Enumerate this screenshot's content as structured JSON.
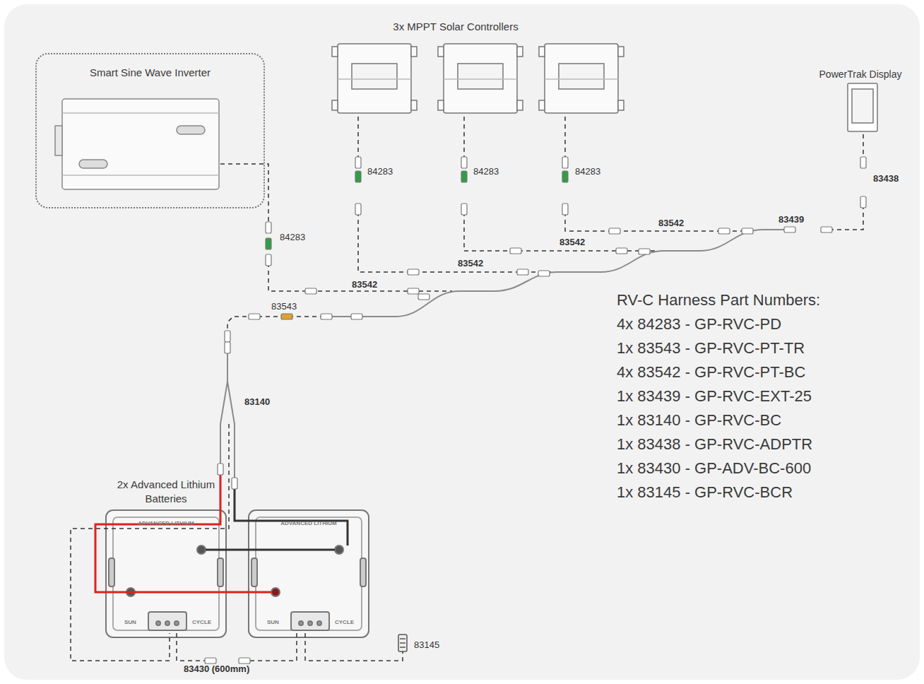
{
  "diagram": {
    "nodes": [
      {
        "text": [
          "Smart Sine Wave Inverter"
        ]
      },
      {
        "text": [
          "3x MPPT Solar Controllers"
        ]
      },
      {
        "text": [
          "PowerTrak Display"
        ]
      },
      {
        "text": [
          "2x Advanced Lithium Batteries"
        ]
      }
    ],
    "labels": [
      "84283",
      "84283",
      "84283",
      "83438",
      "84283",
      "83542",
      "83439",
      "83542",
      "83542",
      "83542",
      "83543",
      "83140",
      "ADVANCED LITHIUM",
      "ADVANCED LITHIUM",
      "SUN",
      "CYCLE",
      "SUN",
      "CYCLE",
      "83430 (600mm)",
      "83145",
      "RV-C Harness Part Numbers:",
      "4x 84283 - GP-RVC-PD",
      "1x 83543 - GP-RVC-PT-TR",
      "4x 83542 - GP-RVC-PT-BC",
      "1x 83439 - GP-RVC-EXT-25",
      "1x 83140 - GP-RVC-BC",
      "1x 83438 - GP-RVC-ADPTR",
      "1x 83430 - GP-ADV-BC-600",
      "1x 83145 - GP-RVC-BCR"
    ]
  }
}
